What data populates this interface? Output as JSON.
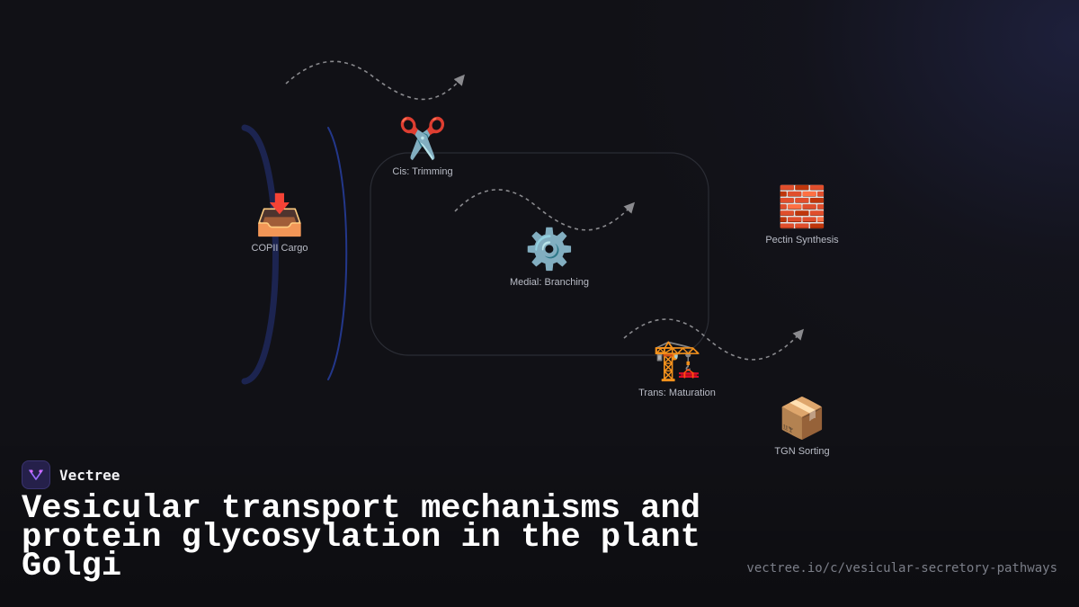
{
  "brand": {
    "name": "Vectree"
  },
  "title": "Vesicular transport mechanisms and protein glycosylation in the plant Golgi",
  "url": "vectree.io/c/vesicular-secretory-pathways",
  "colors": {
    "background": "#111116",
    "membrane": "#1c2450",
    "membrane_line": "#23378a",
    "arrow": "#8a8a8e"
  },
  "nodes": [
    {
      "id": "copii",
      "label": "COPII Cargo",
      "icon": "inbox-tray-icon",
      "emoji": "📥"
    },
    {
      "id": "cis",
      "label": "Cis: Trimming",
      "icon": "scissors-icon",
      "emoji": "✂️"
    },
    {
      "id": "medial",
      "label": "Medial: Branching",
      "icon": "gear-icon",
      "emoji": "⚙️"
    },
    {
      "id": "trans",
      "label": "Trans: Maturation",
      "icon": "crane-icon",
      "emoji": "🏗️"
    },
    {
      "id": "pectin",
      "label": "Pectin Synthesis",
      "icon": "brick-icon",
      "emoji": "🧱"
    },
    {
      "id": "tgn",
      "label": "TGN Sorting",
      "icon": "package-icon",
      "emoji": "📦"
    }
  ]
}
